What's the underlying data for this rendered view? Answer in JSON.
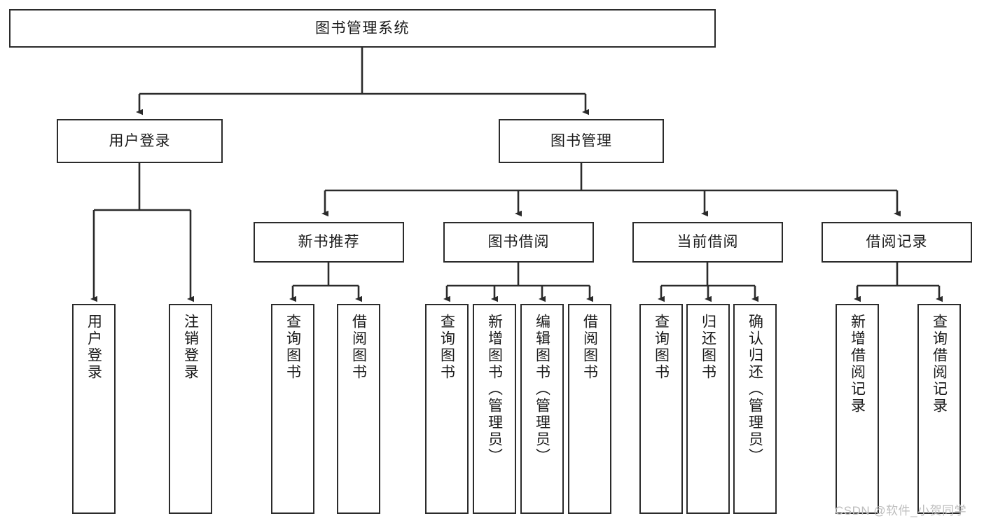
{
  "diagram": {
    "type": "tree",
    "title": "图书管理系统",
    "watermark": "CSDN @软件_小贺同学",
    "accent_color": "#2b2b2b",
    "background_color": "#ffffff",
    "nodes": {
      "root": {
        "label": "图书管理系统"
      },
      "level2": [
        {
          "label": "用户登录"
        },
        {
          "label": "图书管理"
        }
      ],
      "level3": [
        {
          "label": "新书推荐"
        },
        {
          "label": "图书借阅"
        },
        {
          "label": "当前借阅"
        },
        {
          "label": "借阅记录"
        }
      ],
      "leaves": [
        {
          "label": "用户登录"
        },
        {
          "label": "注销登录"
        },
        {
          "label": "查询图书"
        },
        {
          "label": "借阅图书"
        },
        {
          "label": "查询图书"
        },
        {
          "label": "新增图书（管理员）"
        },
        {
          "label": "编辑图书（管理员）"
        },
        {
          "label": "借阅图书"
        },
        {
          "label": "查询图书"
        },
        {
          "label": "归还图书"
        },
        {
          "label": "确认归还（管理员）"
        },
        {
          "label": "新增借阅记录"
        },
        {
          "label": "查询借阅记录"
        }
      ]
    }
  }
}
